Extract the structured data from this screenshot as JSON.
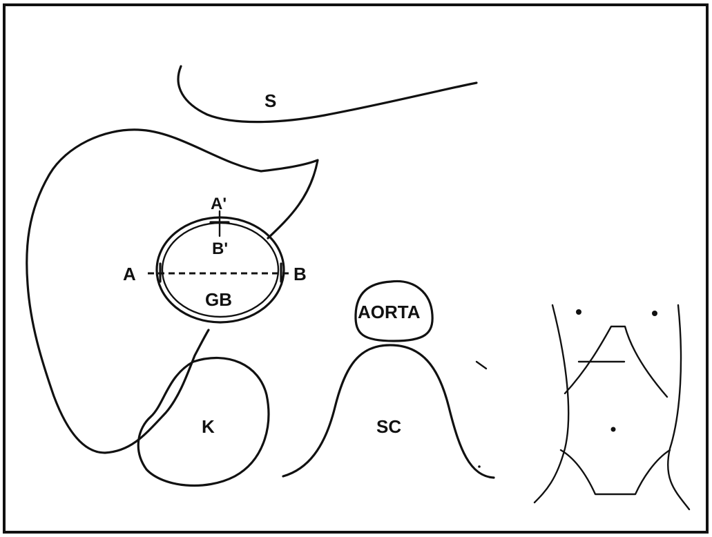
{
  "labels": {
    "stomach": "S",
    "point_a_prime": "A'",
    "point_b_prime": "B'",
    "point_a": "A",
    "point_b": "B",
    "gallbladder": "GB",
    "aorta": "AORTA",
    "kidney": "K",
    "spinal_column": "SC"
  },
  "colors": {
    "ink": "#111111",
    "background": "#ffffff"
  }
}
